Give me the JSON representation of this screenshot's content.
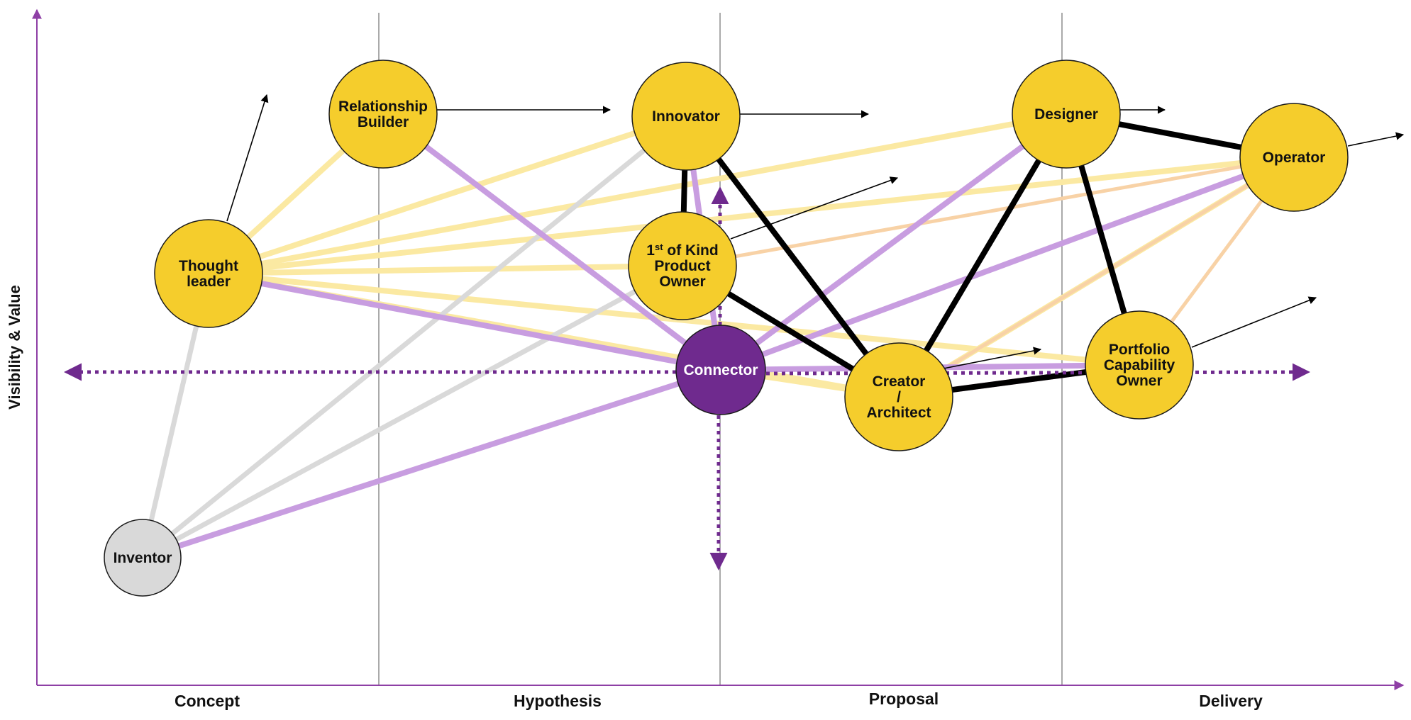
{
  "axis": {
    "y_label": "Visibility & Value",
    "color": "#8e3fa5"
  },
  "phases": [
    "Concept",
    "Hypothesis",
    "Proposal",
    "Delivery"
  ],
  "colors": {
    "node_fill": "#f5cd2c",
    "node_fill_muted": "#d9d9d9",
    "node_fill_hub": "#6f2a8e",
    "link_yellow": "#fbe9a2",
    "link_purple": "#c89de0",
    "link_gray": "#d9d9d9",
    "link_orange": "#f8d2a6",
    "link_black": "#000000",
    "dotted_arrow": "#6f2a8e"
  },
  "nodes": [
    {
      "id": "thought_leader",
      "lines": [
        "Thought",
        "leader"
      ],
      "style": "yellow"
    },
    {
      "id": "relationship_builder",
      "lines": [
        "Relationship",
        "Builder"
      ],
      "style": "yellow"
    },
    {
      "id": "innovator",
      "lines": [
        "Innovator"
      ],
      "style": "yellow"
    },
    {
      "id": "designer",
      "lines": [
        "Designer"
      ],
      "style": "yellow"
    },
    {
      "id": "operator",
      "lines": [
        "Operator"
      ],
      "style": "yellow"
    },
    {
      "id": "first_of_kind",
      "lines": [
        "1st of Kind",
        "Product",
        "Owner"
      ],
      "superscript": "st",
      "style": "yellow"
    },
    {
      "id": "connector",
      "lines": [
        "Connector"
      ],
      "style": "hub"
    },
    {
      "id": "creator",
      "lines": [
        "Creator",
        "/",
        "Architect"
      ],
      "style": "yellow"
    },
    {
      "id": "portfolio",
      "lines": [
        "Portfolio",
        "Capability",
        "Owner"
      ],
      "style": "yellow"
    },
    {
      "id": "inventor",
      "lines": [
        "Inventor"
      ],
      "style": "muted"
    }
  ]
}
